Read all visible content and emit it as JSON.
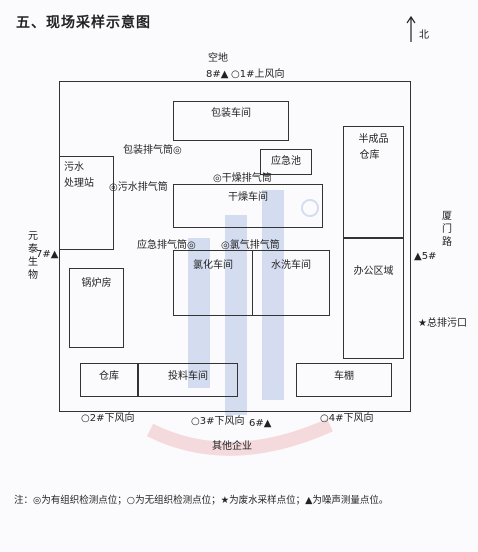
{
  "heading": "五、现场采样示意图",
  "north": {
    "label": "北"
  },
  "surroundings": {
    "top": "空地",
    "bottom": "其他企业",
    "left": "元泰生物",
    "right": "厦门路"
  },
  "buildings": {
    "packaging": "包装车间",
    "emergency_pool": "应急池",
    "drying": "干燥车间",
    "semi_finished_1": "半成品",
    "semi_finished_2": "仓库",
    "sewage_1": "污水",
    "sewage_2": "处理站",
    "chlorination": "氯化车间",
    "washing": "水洗车间",
    "office": "办公区域",
    "boiler": "锅炉房",
    "warehouse": "仓库",
    "feeding": "投料车间",
    "shed": "车棚"
  },
  "points": {
    "p1": "○1#上风向",
    "p2": "○2#下风向",
    "p3": "○3#下风向",
    "p4": "○4#下风向",
    "n5": "▲5#",
    "n6": "6#▲",
    "n7": "7#▲",
    "n8": "8#▲",
    "outfall": "★总排污口",
    "packaging_stack": "包装排气筒◎",
    "drying_stack": "◎干燥排气筒",
    "sewage_stack": "◎污水排气筒",
    "emergency_stack": "应急排气筒◎",
    "chlorine_stack": "◎氯气排气筒"
  },
  "note": "注：◎为有组织检测点位；○为无组织检测点位；★为废水采样点位；▲为噪声测量点位。"
}
